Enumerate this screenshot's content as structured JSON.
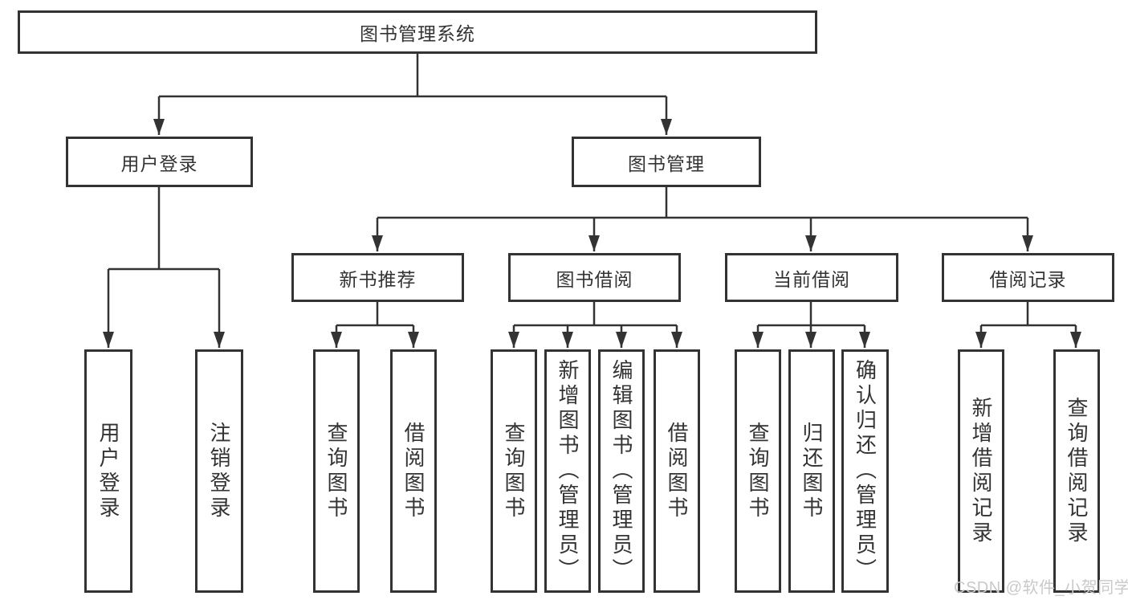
{
  "diagram": {
    "root": {
      "label": "图书管理系统"
    },
    "user_login": {
      "label": "用户登录",
      "leaves": [
        "用户登录",
        "注销登录"
      ]
    },
    "book_management": {
      "label": "图书管理",
      "groups": [
        {
          "label": "新书推荐",
          "leaves": [
            "查询图书",
            "借阅图书"
          ]
        },
        {
          "label": "图书借阅",
          "leaves": [
            "查询图书",
            "新增图书（管理员）",
            "编辑图书（管理员）",
            "借阅图书"
          ]
        },
        {
          "label": "当前借阅",
          "leaves": [
            "查询图书",
            "归还图书",
            "确认归还（管理员）"
          ]
        },
        {
          "label": "借阅记录",
          "leaves": [
            "新增借阅记录",
            "查询借阅记录"
          ]
        }
      ]
    }
  },
  "colors": {
    "line": "#333333",
    "text": "#333333",
    "background": "#ffffff",
    "watermark": "#c9c9c9"
  },
  "watermark": {
    "text": "CSDN @软件_小贺同学"
  }
}
